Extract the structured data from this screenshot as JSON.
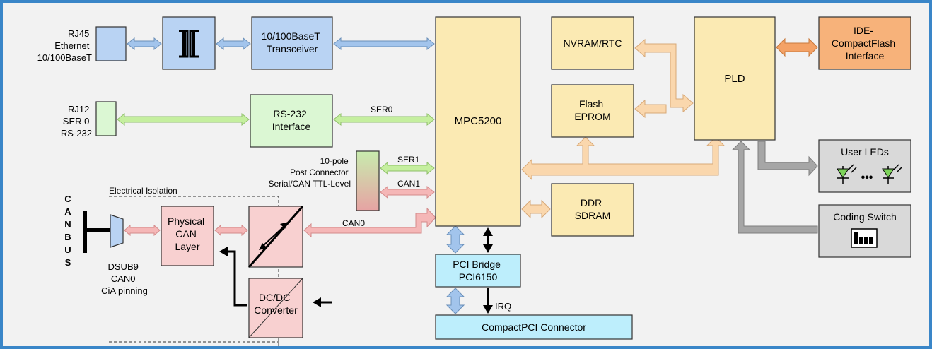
{
  "blocks": {
    "rj45": [
      "RJ45",
      "Ethernet",
      "10/100BaseT"
    ],
    "transceiver": [
      "10/100BaseT",
      "Transceiver"
    ],
    "rj12": [
      "RJ12",
      "SER 0",
      "RS-232"
    ],
    "rs232": [
      "RS-232",
      "Interface"
    ],
    "post_connector": [
      "10-pole",
      "Post Connector",
      "Serial/CAN TTL-Level"
    ],
    "mpc": "MPC5200",
    "nvram": "NVRAM/RTC",
    "flash": [
      "Flash",
      "EPROM"
    ],
    "ddr": [
      "DDR",
      "SDRAM"
    ],
    "pld": "PLD",
    "ide": [
      "IDE-",
      "CompactFlash",
      "Interface"
    ],
    "user_leds": "User LEDs",
    "leds_dots": "•••",
    "coding_switch": "Coding Switch",
    "physical_can": [
      "Physical",
      "CAN",
      "Layer"
    ],
    "dcdc": [
      "DC/DC",
      "Converter"
    ],
    "pci_bridge": [
      "PCI Bridge",
      "PCI6150"
    ],
    "cpci": "CompactPCI Connector",
    "dsub": [
      "DSUB9",
      "CAN0",
      "CiA pinning"
    ],
    "canbus": [
      "C",
      "A",
      "N",
      "B",
      "U",
      "S"
    ]
  },
  "labels": {
    "ser0": "SER0",
    "ser1": "SER1",
    "can1": "CAN1",
    "can0": "CAN0",
    "irq": "IRQ",
    "isolation": "Electrical Isolation"
  },
  "colors": {
    "frame": "#3a86c8",
    "background": "#f2f2f2",
    "blue_block": "#b9d3f3",
    "green_block": "#dbf7d3",
    "yellow_block": "#fbeab3",
    "orange_block": "#f7b27a",
    "pink_block": "#f8d0d0",
    "gray_block": "#d9d9d9",
    "cyan_block": "#bdeefc"
  }
}
